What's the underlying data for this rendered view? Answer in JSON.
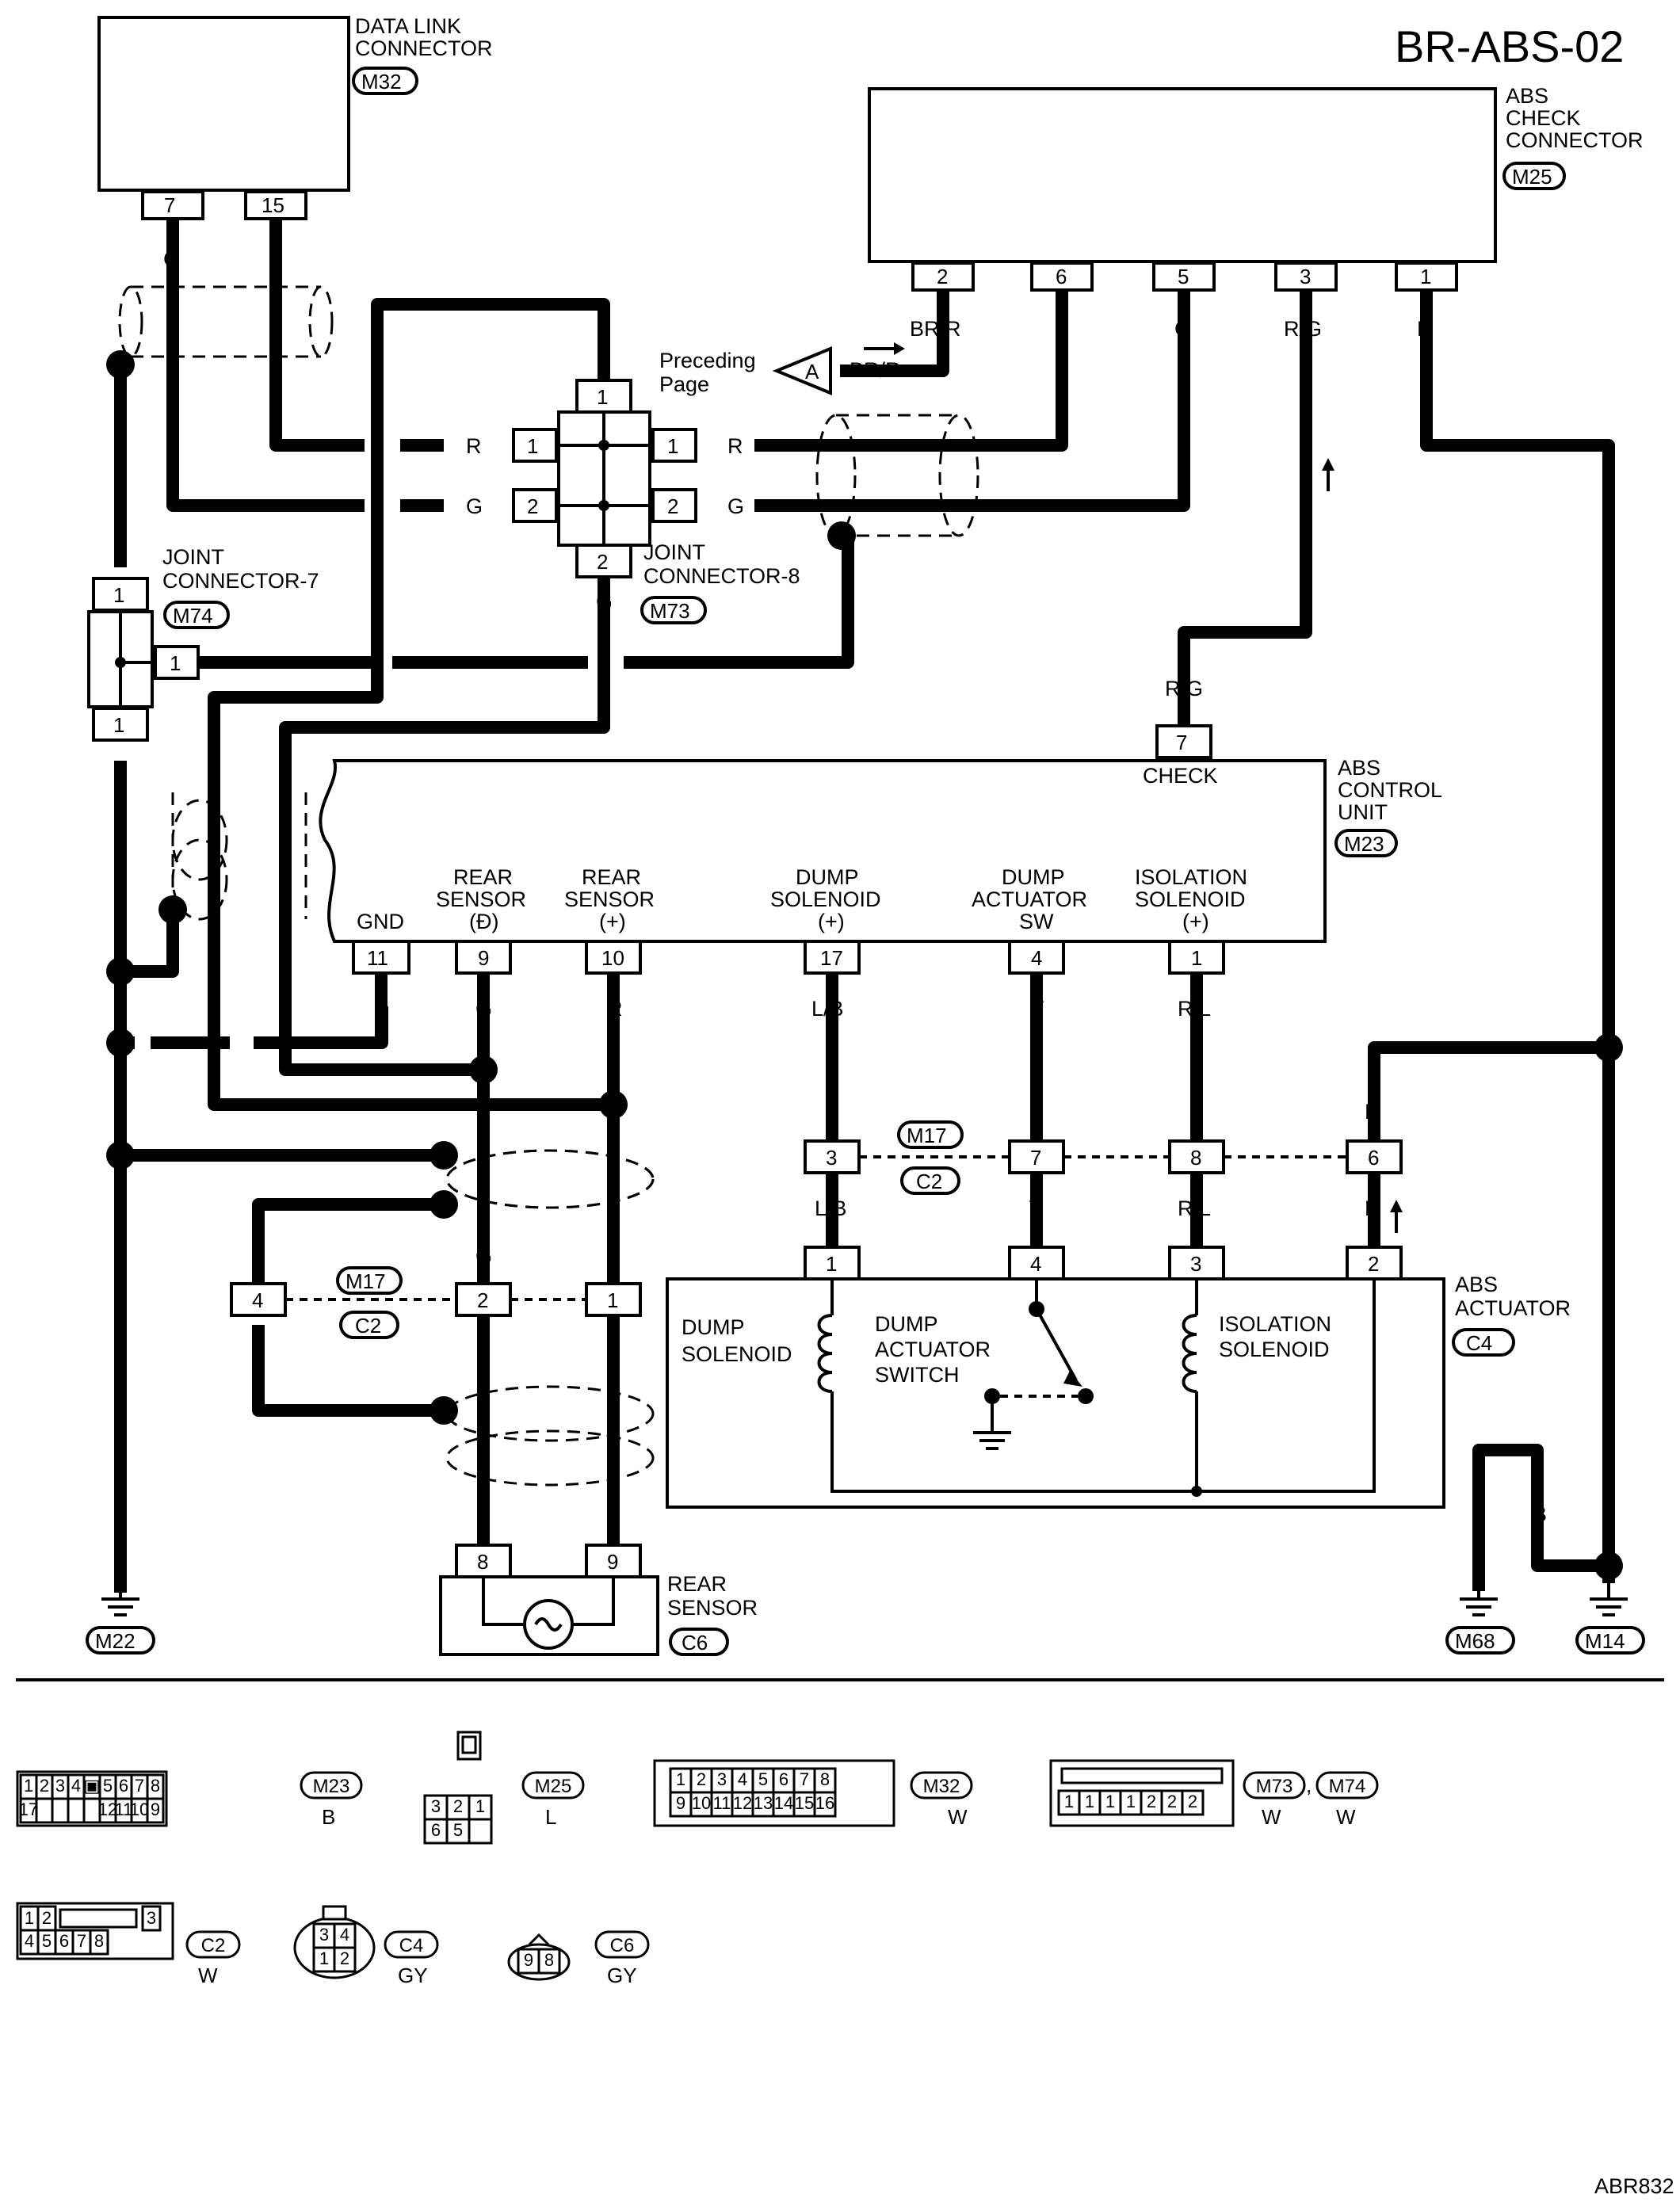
{
  "title": "BR-ABS-02",
  "footer_code": "ABR832",
  "components": {
    "data_link_connector": {
      "name": "DATA LINK CONNECTOR",
      "connector": "M32",
      "pins": [
        "7",
        "15"
      ]
    },
    "abs_check_connector": {
      "name": "ABS CHECK CONNECTOR",
      "connector": "M25",
      "pins": [
        "2",
        "6",
        "5",
        "3",
        "1"
      ]
    },
    "joint_connector_7": {
      "name": "JOINT CONNECTOR-7",
      "connector": "M74",
      "pins": [
        "1",
        "1",
        "1"
      ]
    },
    "joint_connector_8": {
      "name": "JOINT CONNECTOR-8",
      "connector": "M73",
      "pins": [
        "1",
        "1",
        "1",
        "2",
        "2",
        "2"
      ]
    },
    "abs_control_unit": {
      "name": "ABS CONTROL UNIT",
      "connector": "M23",
      "check_label": "CHECK",
      "check_pin": "7",
      "terminals": [
        {
          "label": "GND",
          "pin": "11"
        },
        {
          "label": "REAR SENSOR (Ð)",
          "pin": "9"
        },
        {
          "label": "REAR SENSOR (+)",
          "pin": "10"
        },
        {
          "label": "DUMP SOLENOID (+)",
          "pin": "17"
        },
        {
          "label": "DUMP ACTUATOR SW",
          "pin": "4"
        },
        {
          "label": "ISOLATION SOLENOID (+)",
          "pin": "1"
        }
      ]
    },
    "abs_actuator": {
      "name": "ABS ACTUATOR",
      "connector": "C4",
      "pins": [
        "1",
        "4",
        "3",
        "2"
      ],
      "parts": [
        "DUMP SOLENOID",
        "DUMP ACTUATOR SWITCH",
        "ISOLATION SOLENOID"
      ]
    },
    "rear_sensor": {
      "name": "REAR SENSOR",
      "connector": "C6",
      "pins": [
        "8",
        "9"
      ]
    },
    "preceding_page": {
      "label": "Preceding Page",
      "marker": "A",
      "wire": "BR/R"
    },
    "inline_connector": {
      "top": "M17",
      "bottom": "C2",
      "pins_upper": [
        "3",
        "7",
        "8",
        "6"
      ],
      "pins_lower": [
        "4",
        "2",
        "1"
      ]
    },
    "grounds": [
      "M22",
      "M68",
      "M14"
    ]
  },
  "wire_colors": [
    "G",
    "R",
    "BR/R",
    "R",
    "G",
    "R/G",
    "B",
    "R/G",
    "B",
    "G",
    "R",
    "L/B",
    "Y",
    "R/L",
    "B",
    "L/B",
    "Y",
    "R/L",
    "B",
    "G",
    "R",
    "B",
    "B",
    "B"
  ],
  "connector_views": [
    {
      "id": "M23",
      "color": "B",
      "row1": [
        "1",
        "2",
        "3",
        "4",
        "▣",
        "5",
        "6",
        "7",
        "8"
      ],
      "row2": [
        "17",
        "",
        "",
        "",
        "",
        "12",
        "11",
        "10",
        "9"
      ]
    },
    {
      "id": "M25",
      "color": "L",
      "row0": [
        "□"
      ],
      "row1": [
        "3",
        "2",
        "1"
      ],
      "row2": [
        "6",
        "5",
        ""
      ]
    },
    {
      "id": "M32",
      "color": "W",
      "row1": [
        "1",
        "2",
        "3",
        "4",
        "5",
        "6",
        "7",
        "8"
      ],
      "row2": [
        "9",
        "10",
        "11",
        "12",
        "13",
        "14",
        "15",
        "16"
      ]
    },
    {
      "id": "M73",
      "id2": "M74",
      "color": "W",
      "color2": "W",
      "row1": [
        "1",
        "1",
        "1",
        "1",
        "2",
        "2",
        "2"
      ]
    },
    {
      "id": "C2",
      "color": "W",
      "row1": [
        "1",
        "2",
        "▭",
        "3"
      ],
      "row2": [
        "4",
        "5",
        "6",
        "7",
        "8"
      ]
    },
    {
      "id": "C4",
      "color": "GY",
      "row1": [
        "3",
        "4"
      ],
      "row2": [
        "1",
        "2"
      ]
    },
    {
      "id": "C6",
      "color": "GY",
      "row1": [
        "9",
        "8"
      ]
    }
  ]
}
